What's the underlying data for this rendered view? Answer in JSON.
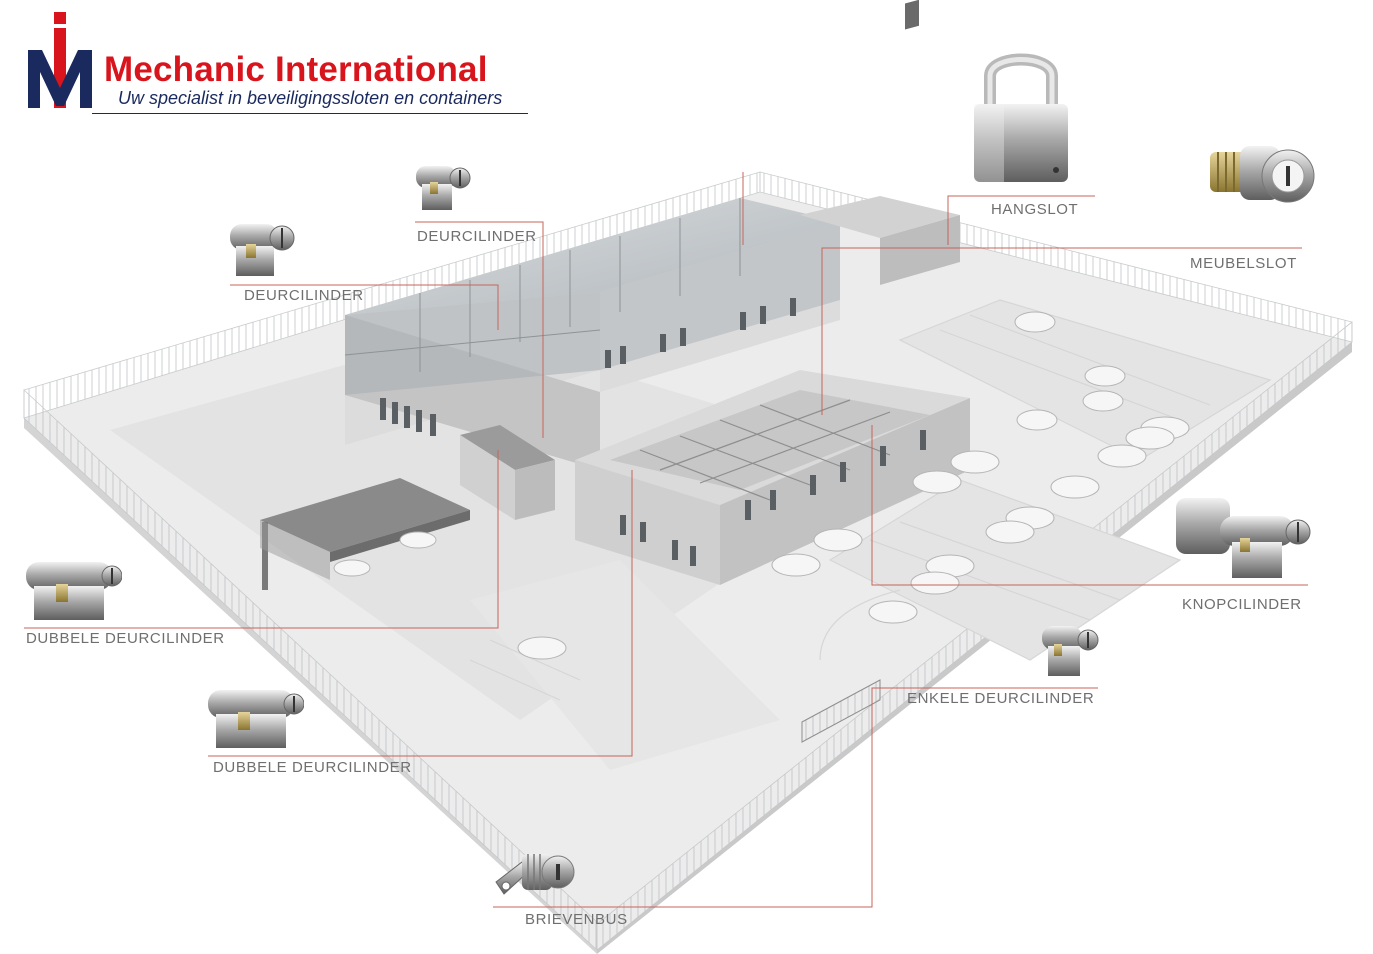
{
  "brand": {
    "title": "Mechanic International",
    "subtitle": "Uw specialist in beveiligingssloten en containers",
    "monogram_color": "#1a2a5e",
    "accent_color": "#d8141c"
  },
  "callouts": [
    {
      "id": "deurcilinder-top",
      "label": "DEURCILINDER",
      "icon": "single-cylinder-icon"
    },
    {
      "id": "deurcilinder-left",
      "label": "DEURCILINDER",
      "icon": "single-cylinder-icon"
    },
    {
      "id": "hangslot",
      "label": "HANGSLOT",
      "icon": "padlock-icon"
    },
    {
      "id": "meubelslot",
      "label": "MEUBELSLOT",
      "icon": "furniture-lock-icon"
    },
    {
      "id": "knopcilinder",
      "label": "KNOPCILINDER",
      "icon": "knob-cylinder-icon"
    },
    {
      "id": "enkele-deurcilinder",
      "label": "ENKELE DEURCILINDER",
      "icon": "single-cylinder-icon"
    },
    {
      "id": "dubbele-deurcilinder-1",
      "label": "DUBBELE DEURCILINDER",
      "icon": "double-cylinder-icon"
    },
    {
      "id": "dubbele-deurcilinder-2",
      "label": "DUBBELE DEURCILINDER",
      "icon": "double-cylinder-icon"
    },
    {
      "id": "brievenbus",
      "label": "BRIEVENBUS",
      "icon": "mailbox-lock-icon"
    }
  ],
  "colors": {
    "leader_line": "#c8645a",
    "label_text": "#6f6f6f"
  }
}
